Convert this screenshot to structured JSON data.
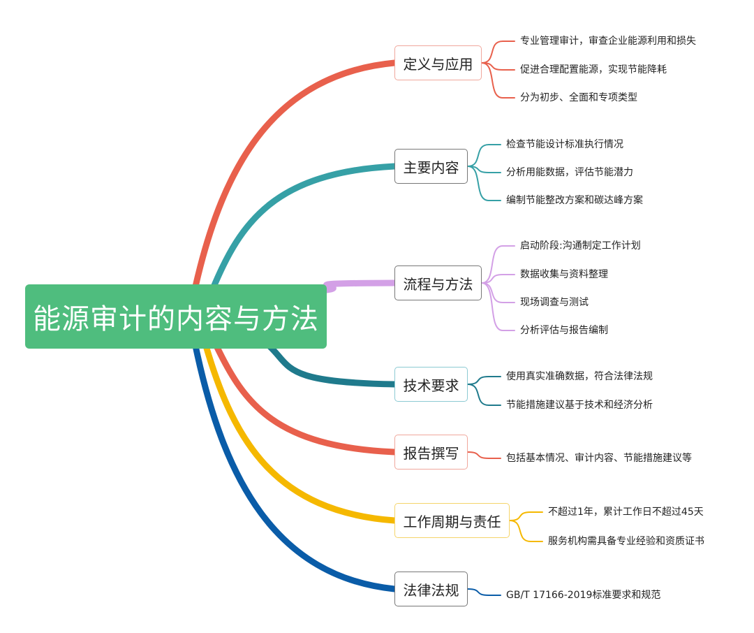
{
  "diagram": {
    "root": {
      "label": "能源审计的内容与方法",
      "color": "#4fbd7e"
    },
    "branches": [
      {
        "id": "definition",
        "label": "定义与应用",
        "color": "#e8604c",
        "border": "#f0a79c",
        "items": [
          "专业管理审计，审查企业能源利用和损失",
          "促进合理配置能源，实现节能降耗",
          "分为初步、全面和专项类型"
        ]
      },
      {
        "id": "content",
        "label": "主要内容",
        "color": "#36a0a6",
        "border": "#777777",
        "items": [
          "检查节能设计标准执行情况",
          "分析用能数据，评估节能潜力",
          "编制节能整改方案和碳达峰方案"
        ]
      },
      {
        "id": "process",
        "label": "流程与方法",
        "color": "#d3a0e6",
        "border": "#777777",
        "items": [
          "启动阶段:沟通制定工作计划",
          "数据收集与资料整理",
          "现场调查与测试",
          "分析评估与报告编制"
        ]
      },
      {
        "id": "tech",
        "label": "技术要求",
        "color": "#1f7a8c",
        "border": "#8ccad3",
        "items": [
          "使用真实准确数据，符合法律法规",
          "节能措施建议基于技术和经济分析"
        ]
      },
      {
        "id": "report",
        "label": "报告撰写",
        "color": "#e8604c",
        "border": "#f0a79c",
        "items": [
          "包括基本情况、审计内容、节能措施建议等"
        ]
      },
      {
        "id": "cycle",
        "label": "工作周期与责任",
        "color": "#f5b800",
        "border": "#f5d46a",
        "items": [
          "不超过1年，累计工作日不超过45天",
          "服务机构需具备专业经验和资质证书"
        ]
      },
      {
        "id": "law",
        "label": "法律法规",
        "color": "#0a5ca8",
        "border": "#777777",
        "items": [
          "GB/T 17166-2019标准要求和规范"
        ]
      }
    ]
  }
}
